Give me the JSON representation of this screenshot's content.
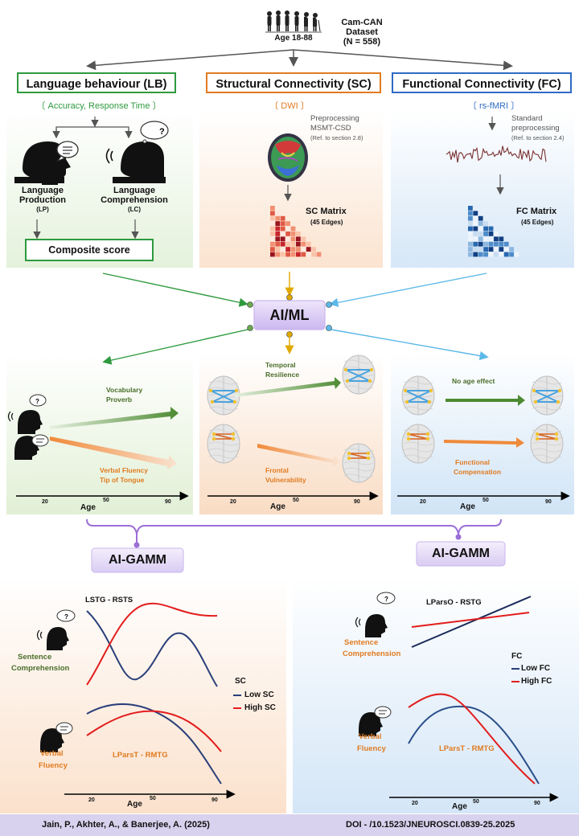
{
  "dataset": {
    "title": "Cam-CAN",
    "subtitle": "Dataset",
    "n": "(N = 558)",
    "age": "Age 18-88"
  },
  "headers": {
    "lb": "Language behaviour (LB)",
    "sc": "Structural Connectivity (SC)",
    "fc": "Functional Connectivity (FC)"
  },
  "lb": {
    "measures": "〔 Accuracy, Response Time 〕",
    "lp_label1": "Language",
    "lp_label2": "Production",
    "lp_abbr": "(LP)",
    "lc_label1": "Language",
    "lc_label2": "Comprehension",
    "lc_abbr": "(LC)",
    "composite": "Composite score"
  },
  "sc": {
    "modality": "〔 DWI 〕",
    "pre1": "Preprocessing",
    "pre2": "MSMT-CSD",
    "ref": "(Ref. to section 2.8)",
    "matrix": "SC Matrix",
    "edges": "(45 Edges)"
  },
  "fc": {
    "modality": "〔 rs-fMRI 〕",
    "pre1": "Standard",
    "pre2": "preprocessing",
    "ref": "(Ref. to section 2.4)",
    "matrix": "FC Matrix",
    "edges": "(45 Edges)"
  },
  "aiml": "AI/ML",
  "results": {
    "lb_up1": "Vocabulary",
    "lb_up2": "Proverb",
    "lb_down1": "Verbal Fluency",
    "lb_down2": "Tip of Tongue",
    "sc_up1": "Temporal",
    "sc_up2": "Resilience",
    "sc_down1": "Frontal",
    "sc_down2": "Vulnerability",
    "fc_up": "No age effect",
    "fc_down1": "Functional",
    "fc_down2": "Compensation",
    "age_label": "Age",
    "ticks": [
      "20",
      "50",
      "90"
    ]
  },
  "gamm": {
    "label": "AI-GAMM"
  },
  "gamm_sc": {
    "top_title": "LSTG - RSTS",
    "sentence1": "Sentence",
    "sentence2": "Comprehension",
    "legend_title": "SC",
    "low": "Low SC",
    "high": "High SC",
    "verbal1": "Verbal",
    "verbal2": "Fluency",
    "bottom_title": "LParsT - RMTG",
    "age": "Age",
    "ticks": [
      "20",
      "50",
      "90"
    ]
  },
  "gamm_fc": {
    "top_title": "LParsO - RSTG",
    "sentence1": "Sentence",
    "sentence2": "Comprehension",
    "legend_title": "FC",
    "low": "Low FC",
    "high": "High FC",
    "verbal1": "Verbal",
    "verbal2": "Fluency",
    "bottom_title": "LParsT - RMTG",
    "age": "Age",
    "ticks": [
      "20",
      "50",
      "90"
    ]
  },
  "footer": {
    "citation": "Jain, P., Akhter, A., & Banerjee, A. (2025)",
    "doi": "DOI - /10.1523/JNEUROSCI.0839-25.2025"
  },
  "colors": {
    "green": "#2e9a3e",
    "orange": "#e07b21",
    "blue": "#2f6bc4",
    "navy": "#23386b",
    "red": "#e31d1d",
    "purple": "#9b6fd6"
  }
}
